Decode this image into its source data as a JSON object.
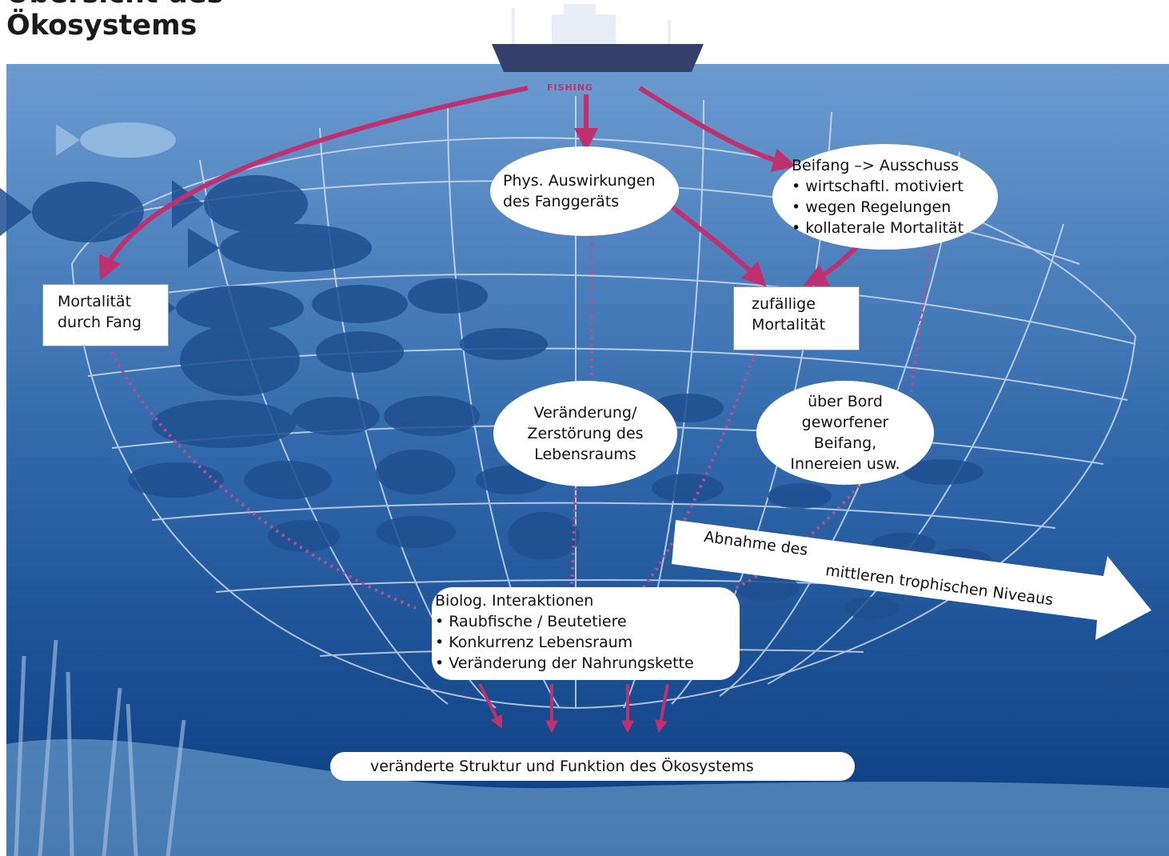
{
  "title": {
    "line1": "Übersicht des",
    "line2": "Ökosystems"
  },
  "ship_label": "FISHING",
  "boxes": {
    "mortality_catch": [
      "Mortalität",
      "durch Fang"
    ],
    "gear_impacts": [
      "Phys. Auswirkungen",
      "des Fanggeräts"
    ],
    "bycatch": [
      "Beifang –> Ausschuss",
      "• wirtschaftl. motiviert",
      "• wegen Regelungen",
      "• kollaterale Mortalität"
    ],
    "random_mortality": [
      "zufällige",
      "Mortalität"
    ],
    "habitat": [
      "Veränderung/",
      "Zerstörung des",
      "Lebensraums"
    ],
    "discards": [
      "über Bord",
      "geworfener",
      "Beifang,",
      "Innereien usw."
    ],
    "bio_interactions": [
      "Biolog. Interaktionen",
      "• Raubfische / Beutetiere",
      "• Konkurrenz Lebensraum",
      "• Veränderung der Nahrungskette"
    ],
    "result": "veränderte Struktur und Funktion des Ökosystems"
  },
  "trophic_arrow": {
    "part1": "Abnahme des",
    "part2": "mittleren trophischen Niveaus"
  },
  "colors": {
    "ocean_top": "#3f74b1",
    "ocean_bottom": "#0b3f86",
    "arrow": "#c0306e",
    "fish": "#1f4f91",
    "net": "#dfe8f5"
  }
}
